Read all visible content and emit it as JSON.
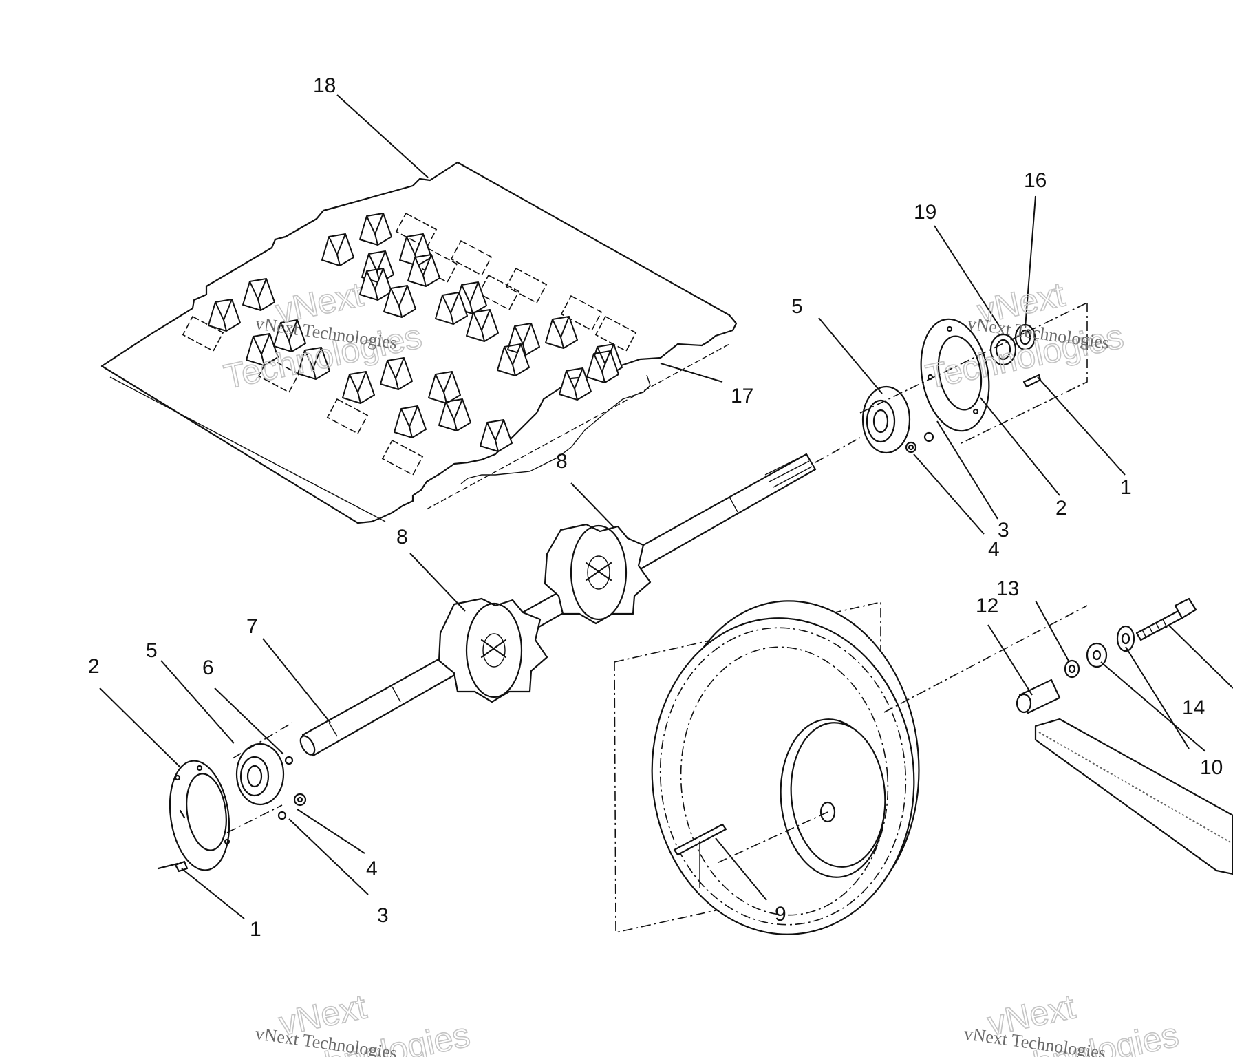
{
  "diagram": {
    "callouts": {
      "c1a": "1",
      "c1b": "1",
      "c2a": "2",
      "c2b": "2",
      "c3a": "3",
      "c3b": "3",
      "c4a": "4",
      "c4b": "4",
      "c5a": "5",
      "c5b": "5",
      "c6": "6",
      "c7": "7",
      "c8a": "8",
      "c8b": "8",
      "c9": "9",
      "c10": "10",
      "c12": "12",
      "c13": "13",
      "c14": "14",
      "c16": "16",
      "c17": "17",
      "c18": "18",
      "c19": "19"
    },
    "watermark": {
      "brand": "vNext",
      "word": "Technologies",
      "full": "vNext Technologies"
    }
  }
}
